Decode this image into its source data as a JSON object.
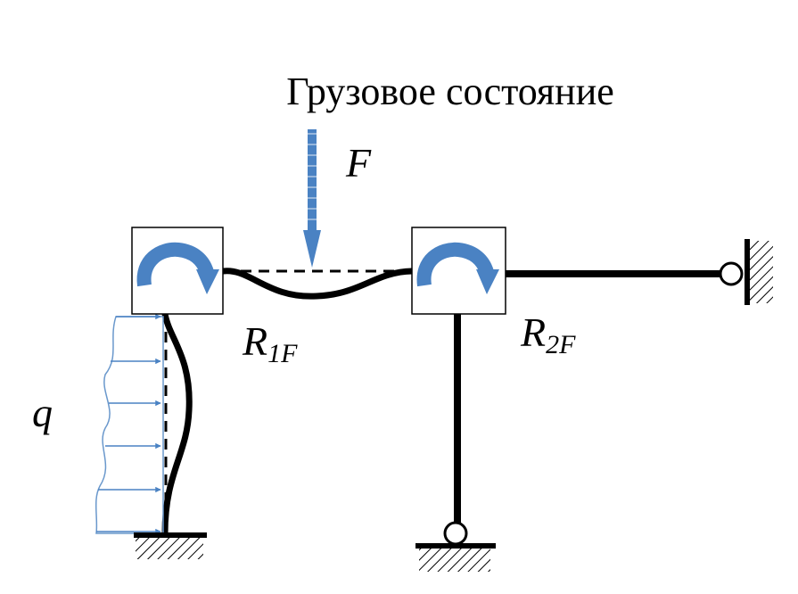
{
  "title": "Грузовое  состояние",
  "labels": {
    "force": "F",
    "load": "q",
    "reaction1": {
      "main": "R",
      "sub": "1F"
    },
    "reaction2": {
      "main": "R",
      "sub": "2F"
    }
  },
  "colors": {
    "frame": "#000000",
    "arrow": "#4a82c3",
    "load_line": "#6a98cc"
  },
  "icons": [
    "rotation-arrow-icon",
    "pin-support-icon",
    "fixed-support-icon",
    "force-arrow-icon"
  ]
}
